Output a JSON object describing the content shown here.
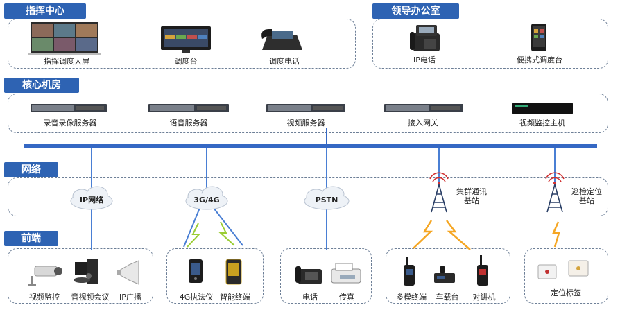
{
  "sections": {
    "command_center": "指挥中心",
    "leader_office": "领导办公室",
    "core_room": "核心机房",
    "network": "网络",
    "frontend": "前端"
  },
  "command_center": {
    "items": [
      "指挥调度大屏",
      "调度台",
      "调度电话"
    ]
  },
  "leader_office": {
    "items": [
      "IP电话",
      "便携式调度台"
    ]
  },
  "core_room": {
    "items": [
      "录音录像服务器",
      "语音服务器",
      "视频服务器",
      "接入网关",
      "视频监控主机"
    ]
  },
  "network": {
    "clouds": [
      "IP网络",
      "3G/4G",
      "PSTN"
    ],
    "stations": [
      {
        "line1": "集群通讯",
        "line2": "基站"
      },
      {
        "line1": "巡检定位",
        "line2": "基站"
      }
    ]
  },
  "frontend": {
    "group1": [
      "视频监控",
      "音视频会议",
      "IP广播"
    ],
    "group2": [
      "4G执法仪",
      "智能终端"
    ],
    "group3": [
      "电话",
      "传真"
    ],
    "group4": [
      "多模终端",
      "车载台",
      "对讲机"
    ],
    "group5": [
      "定位标签"
    ]
  },
  "colors": {
    "tag_blue": "#2e63b3",
    "bus_blue": "#3568c4",
    "dashed_border": "#6d7f97",
    "lightning": "#f5a623"
  }
}
